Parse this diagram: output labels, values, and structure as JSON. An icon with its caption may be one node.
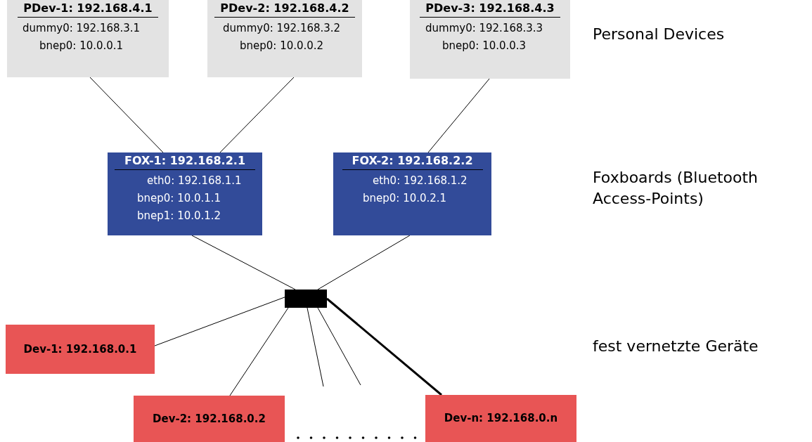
{
  "diagram": {
    "nodes": [
      {
        "text": [
          "PDev-1: 192.168.4.1",
          "dummy0: 192.168.3.1",
          "bnep0: 10.0.0.1"
        ]
      },
      {
        "text": [
          "PDev-2: 192.168.4.2",
          "dummy0: 192.168.3.2",
          "bnep0: 10.0.0.2"
        ]
      },
      {
        "text": [
          "PDev-3: 192.168.4.3",
          "dummy0: 192.168.3.3",
          "bnep0: 10.0.0.3"
        ]
      },
      {
        "text": [
          "FOX-1: 192.168.2.1",
          "eth0: 192.168.1.1",
          "bnep0: 10.0.1.1",
          "bnep1: 10.0.1.2"
        ]
      },
      {
        "text": [
          "FOX-2: 192.168.2.2",
          "eth0: 192.168.1.2",
          "bnep0: 10.0.2.1"
        ]
      },
      {
        "text": [],
        "shape": "bar"
      },
      {
        "text": [
          "Dev-1: 192.168.0.1"
        ]
      },
      {
        "text": [
          "Dev-2: 192.168.0.2"
        ]
      },
      {
        "text": [
          "Dev-n: 192.168.0.n"
        ]
      }
    ],
    "edges": [
      {
        "from": 0,
        "to": 3,
        "arrow": "none"
      },
      {
        "from": 1,
        "to": 3,
        "arrow": "none"
      },
      {
        "from": 2,
        "to": 4,
        "arrow": "none"
      },
      {
        "from": 3,
        "to": 5,
        "arrow": "none"
      },
      {
        "from": 4,
        "to": 5,
        "arrow": "none"
      },
      {
        "from": 5,
        "to": 6,
        "arrow": "none"
      },
      {
        "from": 5,
        "to": 7,
        "arrow": "none"
      },
      {
        "from": 5,
        "to": null,
        "arrow": "none"
      },
      {
        "from": 5,
        "to": null,
        "arrow": "none"
      },
      {
        "from": 5,
        "to": 8,
        "arrow": "none",
        "style": "thick"
      }
    ],
    "labels": [
      "Personal Devices",
      "Foxboards (Bluetooth Access-Points)",
      "fest vernetzte Geräte"
    ]
  }
}
